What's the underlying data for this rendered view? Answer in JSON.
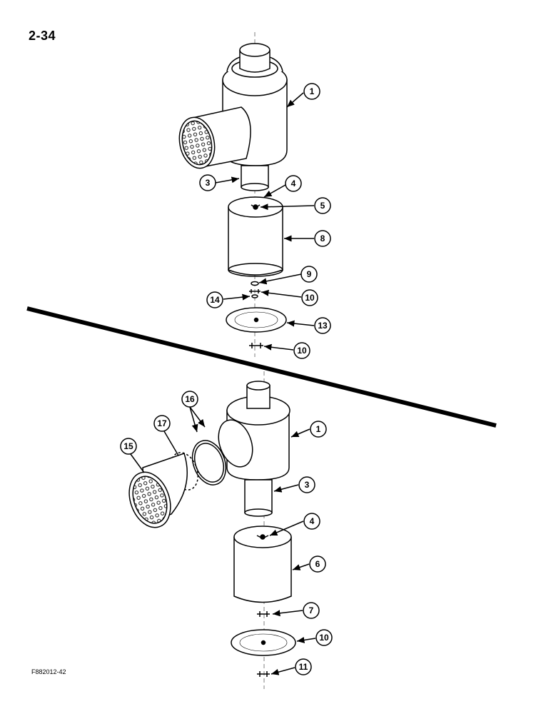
{
  "page": {
    "number": "2-34",
    "figure_code": "F882012-42"
  },
  "upper_assembly": {
    "callouts": [
      "1",
      "3",
      "4",
      "5",
      "8",
      "9",
      "10",
      "14",
      "13",
      "10"
    ]
  },
  "lower_assembly": {
    "callouts": [
      "16",
      "17",
      "15",
      "1",
      "3",
      "4",
      "6",
      "7",
      "10",
      "11"
    ]
  }
}
